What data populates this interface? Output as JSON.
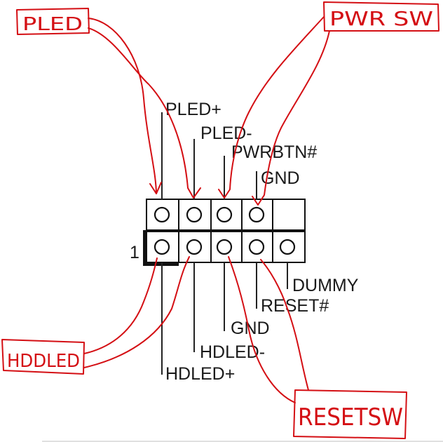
{
  "header": {
    "pin_1_marker": "1"
  },
  "pin_labels": {
    "pled_plus": "PLED+",
    "pled_minus": "PLED-",
    "pwrbtn": "PWRBTN#",
    "gnd_top": "GND",
    "dummy": "DUMMY",
    "reset": "RESET#",
    "gnd_bottom": "GND",
    "hdled_minus": "HDLED-",
    "hdled_plus": "HDLED+"
  },
  "annotations": {
    "pled": "PLED",
    "pwr_sw": "PWR SW",
    "hdd_led": "HDDLED",
    "reset_sw": "RESETSW"
  },
  "colors": {
    "annotation": "#d40f14",
    "ink": "#1a1a1a",
    "background": "#ffffff"
  }
}
